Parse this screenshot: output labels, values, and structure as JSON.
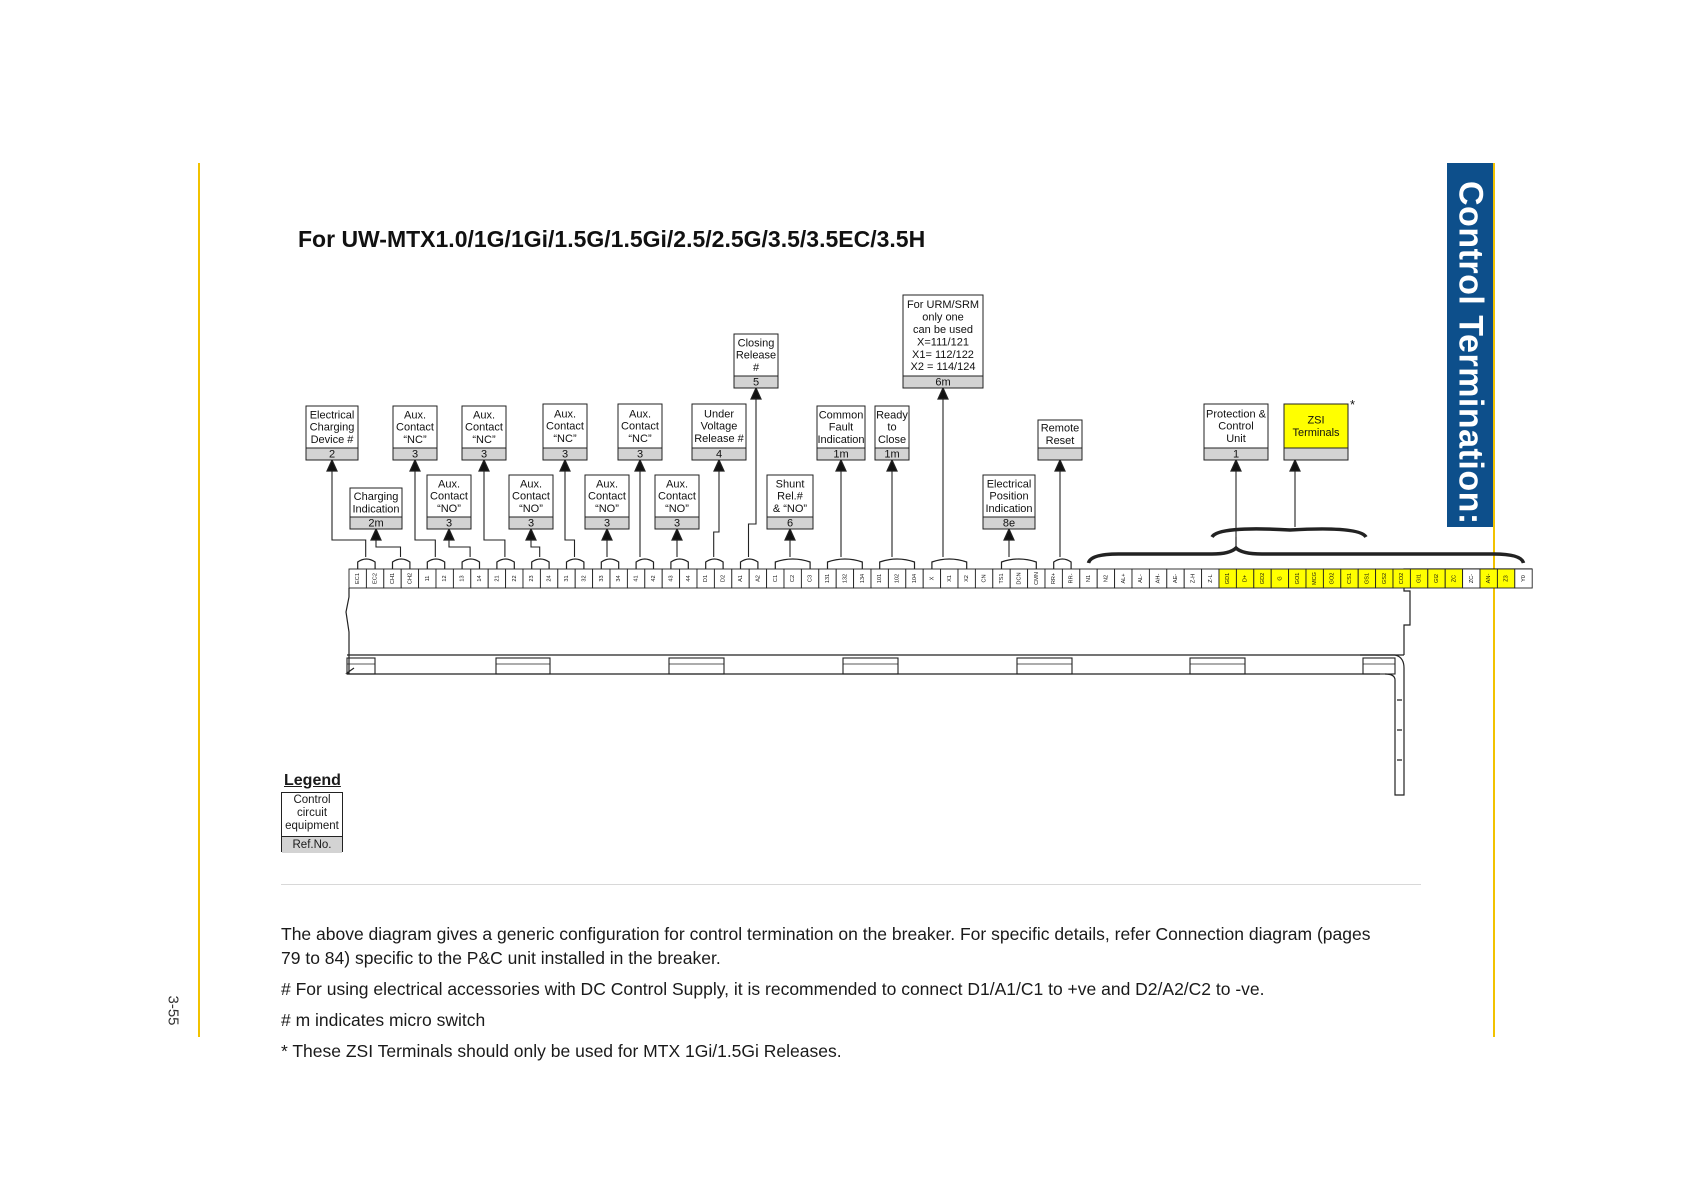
{
  "title": "For UW-MTX1.0/1G/1Gi/1.5G/1.5Gi/2.5/2.5G/3.5/3.5EC/3.5H",
  "side_tab": "Control Termination:",
  "page_number": "3-55",
  "colors": {
    "tab_blue": "#0d4f8b",
    "rule_yellow": "#f2c200",
    "zsi_yellow": "#ffff00",
    "ref_gray": "#d3d3d3"
  },
  "boxes": [
    {
      "id": "elec-charging",
      "lines": [
        "Electrical",
        "Charging",
        "Device #"
      ],
      "ref": "2"
    },
    {
      "id": "charging-ind",
      "lines": [
        "Charging",
        "Indication"
      ],
      "ref": "2m"
    },
    {
      "id": "aux-nc-1",
      "lines": [
        "Aux.",
        "Contact",
        "“NC”"
      ],
      "ref": "3"
    },
    {
      "id": "aux-no-1",
      "lines": [
        "Aux.",
        "Contact",
        "“NO”"
      ],
      "ref": "3"
    },
    {
      "id": "aux-nc-2",
      "lines": [
        "Aux.",
        "Contact",
        "“NC”"
      ],
      "ref": "3"
    },
    {
      "id": "aux-no-2",
      "lines": [
        "Aux.",
        "Contact",
        "“NO”"
      ],
      "ref": "3"
    },
    {
      "id": "aux-nc-3",
      "lines": [
        "Aux.",
        "Contact",
        "“NC”"
      ],
      "ref": "3"
    },
    {
      "id": "aux-no-3",
      "lines": [
        "Aux.",
        "Contact",
        "“NO”"
      ],
      "ref": "3"
    },
    {
      "id": "aux-nc-4",
      "lines": [
        "Aux.",
        "Contact",
        "“NC”"
      ],
      "ref": "3"
    },
    {
      "id": "aux-no-4",
      "lines": [
        "Aux.",
        "Contact",
        "“NO”"
      ],
      "ref": "3"
    },
    {
      "id": "uv-release",
      "lines": [
        "Under",
        "Voltage",
        "Release #"
      ],
      "ref": "4"
    },
    {
      "id": "closing-release",
      "lines": [
        "Closing",
        "Release",
        "#"
      ],
      "ref": "5"
    },
    {
      "id": "shunt-rel",
      "lines": [
        "Shunt",
        "Rel.#",
        "& “NO”"
      ],
      "ref": "6"
    },
    {
      "id": "common-fault",
      "lines": [
        "Common",
        "Fault",
        "Indication"
      ],
      "ref": "1m"
    },
    {
      "id": "ready-close",
      "lines": [
        "Ready",
        "to",
        "Close"
      ],
      "ref": "1m"
    },
    {
      "id": "urm-srm",
      "lines": [
        "For URM/SRM",
        "only one",
        "can be used",
        "X=111/121",
        "X1= 112/122",
        "X2 = 114/124"
      ],
      "ref": "6m"
    },
    {
      "id": "elec-position",
      "lines": [
        "Electrical",
        "Position",
        "Indication"
      ],
      "ref": "8e"
    },
    {
      "id": "remote-reset",
      "lines": [
        "Remote",
        "Reset"
      ],
      "ref": ""
    },
    {
      "id": "protection-unit",
      "lines": [
        "Protection &",
        "Control",
        "Unit"
      ],
      "ref": "1"
    },
    {
      "id": "zsi-terminals",
      "lines": [
        "ZSI",
        "Terminals"
      ],
      "ref": ""
    }
  ],
  "zsi_star": "*",
  "terminals": [
    "EC1",
    "EC2",
    "CH1",
    "CH2",
    "11",
    "12",
    "13",
    "14",
    "21",
    "22",
    "23",
    "24",
    "31",
    "32",
    "33",
    "34",
    "41",
    "42",
    "43",
    "44",
    "D1",
    "D2",
    "A1",
    "A2",
    "C1",
    "C2",
    "C3",
    "131",
    "132",
    "134",
    "101",
    "102",
    "104",
    "X",
    "X1",
    "X2",
    "CN",
    "TS1",
    "DCN",
    "CMN",
    "RR+",
    "RR-",
    "N1",
    "N2",
    "AL+",
    "AL-",
    "AH-",
    "AE-",
    "Z-H",
    "Z-L",
    "GD1",
    "D+",
    "GD2",
    "G",
    "GO1",
    "MCG",
    "GO2",
    "CS1",
    "GS1",
    "GS2",
    "CO2",
    "GI1",
    "GI2",
    "ZC",
    "ZC-",
    "AN-",
    "Z3",
    "Y0"
  ],
  "zsi_terminals": [
    "GD1",
    "D+",
    "GD2",
    "G",
    "GO1",
    "MCG",
    "GO2",
    "CS1",
    "GS1",
    "GS2",
    "CO2",
    "GI1",
    "GI2",
    "ZC",
    "AN-",
    "Z3"
  ],
  "legend": {
    "title": "Legend",
    "body": [
      "Control",
      "circuit",
      "equipment"
    ],
    "ref": "Ref.No."
  },
  "notes": {
    "n1": "The above diagram gives a generic configuration for control termination on the breaker. For specific details, refer Connection diagram (pages 79 to 84) specific to the P&C unit installed in the breaker.",
    "n2": "# For using electrical accessories with DC Control Supply, it is recommended to connect D1/A1/C1 to +ve and D2/A2/C2 to -ve.",
    "n3": "# m indicates micro switch",
    "n4": "* These ZSI Terminals should only be used for MTX 1Gi/1.5Gi Releases."
  }
}
